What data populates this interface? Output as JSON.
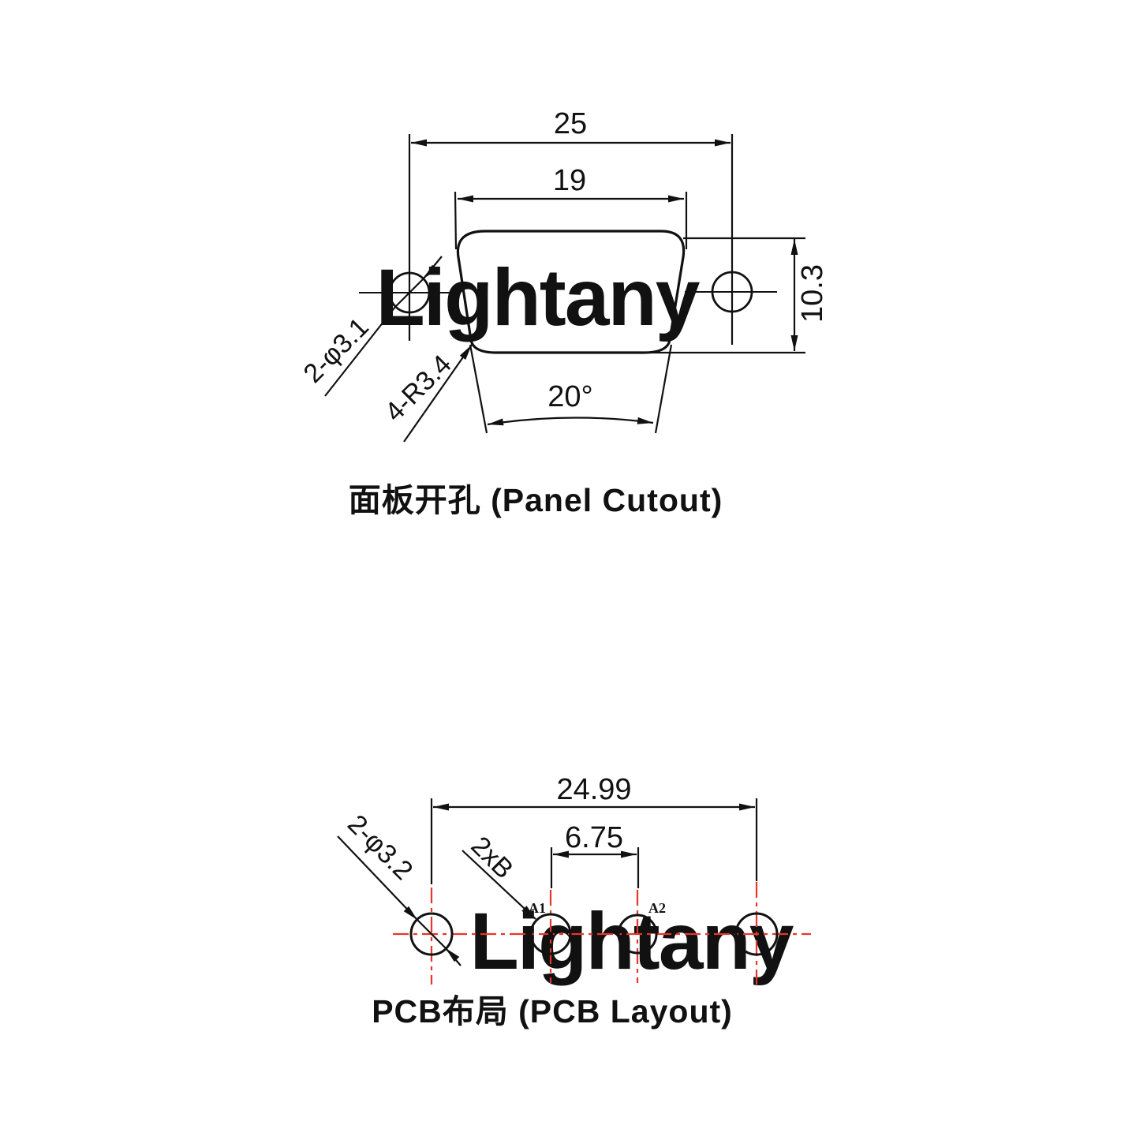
{
  "page": {
    "background": "#ffffff",
    "line_color": "#111111",
    "centerline_red": "#e8352a",
    "pad_label_red": "#d41808",
    "watermark_color_top": "#fbe7e4",
    "watermark_color_bottom": "#f6d3ce"
  },
  "watermark": {
    "text": "Lightany"
  },
  "panel_cutout": {
    "title": "面板开孔 (Panel Cutout)",
    "dims": {
      "outer_width": "25",
      "inner_width": "19",
      "height": "10.3",
      "side_angle": "20°",
      "mount_holes": "2-φ3.1",
      "corner_radius": "4-R3.4"
    }
  },
  "pcb_layout": {
    "title": "PCB布局 (PCB Layout)",
    "dims": {
      "outer_span": "24.99",
      "contact_pitch": "6.75",
      "mount_holes": "2-φ3.2",
      "contact_holes": "2xB"
    },
    "pads": [
      {
        "label": "A1"
      },
      {
        "label": "A2"
      }
    ]
  }
}
